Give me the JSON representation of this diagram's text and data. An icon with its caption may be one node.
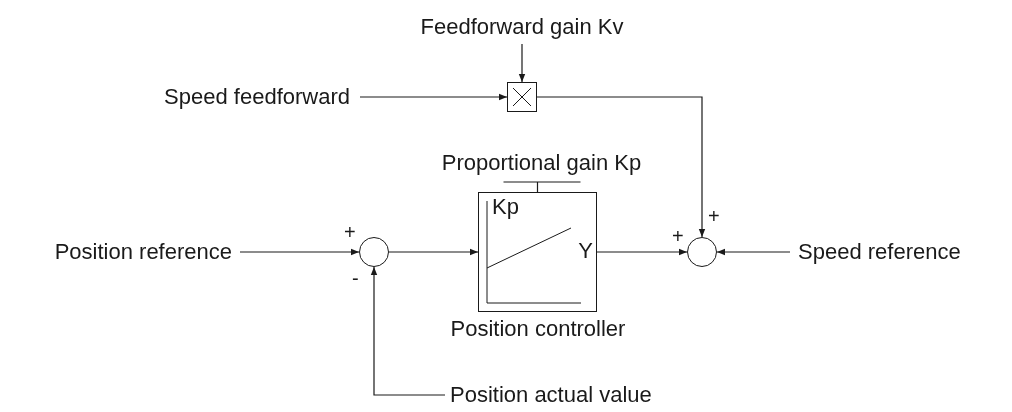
{
  "diagram": {
    "nodes": [
      {
        "text": [
          "Feedforward gain Kv"
        ]
      },
      {
        "text": [
          "Speed feedforward"
        ]
      },
      {
        "text": [],
        "shape": "box"
      },
      {
        "text": [
          "Position reference"
        ]
      },
      {
        "text": [],
        "shape": "circle"
      },
      {
        "text": [
          "Proportional gain Kp"
        ]
      },
      {
        "text": [
          "Kp",
          "Y",
          "Position controller"
        ]
      },
      {
        "text": [],
        "shape": "circle"
      },
      {
        "text": [
          "Speed reference"
        ]
      },
      {
        "text": [
          "Position actual value"
        ]
      }
    ],
    "edges": [
      {
        "from": 0,
        "to": 2,
        "arrow": "to"
      },
      {
        "from": 1,
        "to": 2,
        "arrow": "to"
      },
      {
        "from": 2,
        "to": 7,
        "arrow": "to"
      },
      {
        "from": 3,
        "to": 4,
        "arrow": "to"
      },
      {
        "from": 4,
        "to": 6,
        "arrow": "to"
      },
      {
        "from": 6,
        "to": 7,
        "arrow": "to"
      },
      {
        "from": 8,
        "to": 7,
        "arrow": "to"
      },
      {
        "from": 9,
        "to": 4,
        "arrow": "to"
      },
      {
        "from": 5,
        "to": 6,
        "arrow": "none"
      }
    ],
    "labels": [
      "+",
      "-",
      "+",
      "+"
    ]
  }
}
